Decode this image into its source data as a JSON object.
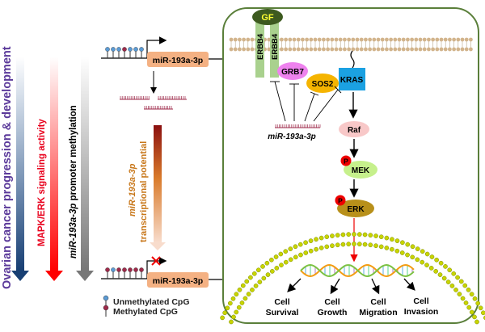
{
  "left_axes": {
    "cancer": "Ovarian cancer progression & development",
    "mapk": "MAPK/ERK signaling activity",
    "methylation_italic": "miR-193a-3p",
    "methylation_rest": " promoter methylation"
  },
  "genes": {
    "top_label": "miR-193a-3p",
    "bottom_label": "miR-193a-3p"
  },
  "transcription": {
    "line1": "miR-193a-3p",
    "line2": "transcriptional potential"
  },
  "legend": {
    "unmethylated": "Unmethylated CpG",
    "methylated": "Methylated CpG"
  },
  "cell": {
    "gf": "GF",
    "erbb4_a": "ERBB4",
    "erbb4_b": "ERBB4",
    "grb7": "GRB7",
    "sos2": "SOS2",
    "kras": "KRAS",
    "mirna": "miR-193a-3p",
    "raf": "Raf",
    "mek": "MEK",
    "erk": "ERK",
    "phospho": "P",
    "outcomes": [
      {
        "line1": "Cell",
        "line2": "Survival"
      },
      {
        "line1": "Cell",
        "line2": "Growth"
      },
      {
        "line1": "Cell",
        "line2": "Migration"
      },
      {
        "line1": "Cell",
        "line2": "Invasion"
      }
    ]
  },
  "colors": {
    "cancer": "#5b3a9a",
    "mapk": "#e8001c",
    "transcription": "#c8771a",
    "gene_box": "#f4b183",
    "cell_border": "#5a7f3a",
    "kras": "#1ba1e2"
  }
}
